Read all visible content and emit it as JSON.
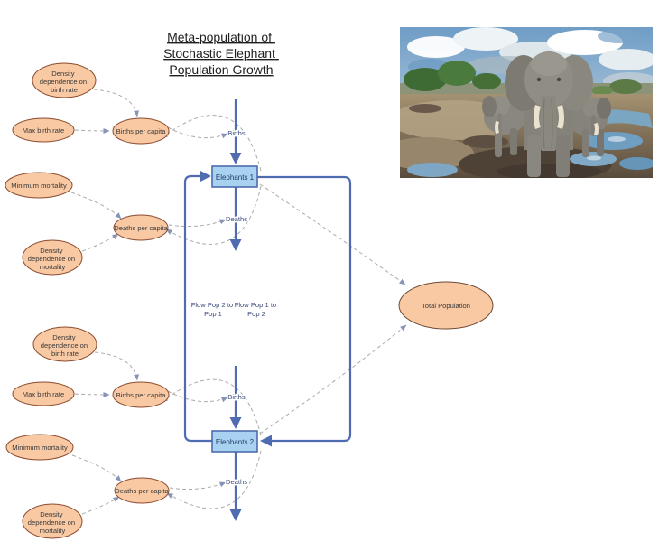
{
  "title_lines": [
    "Meta-population of",
    "Stochastic Elephant",
    "Population Growth"
  ],
  "stocks": {
    "pop1": "Elephants 1",
    "pop2": "Elephants 2"
  },
  "flows": {
    "births": "Births",
    "deaths": "Deaths",
    "pop2_to_pop1": [
      "Flow Pop 2 to",
      "Pop 1"
    ],
    "pop1_to_pop2": [
      "Flow Pop 1 to",
      "Pop 2"
    ]
  },
  "converters": {
    "density_birth": [
      "Density",
      "dependence on",
      "birth rate"
    ],
    "max_birth": "Max birth rate",
    "births_per_capita": "Births per capita",
    "min_mortality": "Minimum mortality",
    "deaths_per_capita": "Deaths per capita",
    "density_mortality": [
      "Density",
      "dependence on",
      "mortality"
    ],
    "total_population": "Total Population"
  },
  "colors": {
    "converter_fill": "#F9C9A3",
    "converter_border": "#8C4B2F",
    "stock_fill": "#A8D2F0",
    "flow_blue": "#4F6CB0",
    "connector_gray": "#ABABAB",
    "connector_arrowhead": "#8794B8",
    "title_color": "#1F1F1F"
  }
}
